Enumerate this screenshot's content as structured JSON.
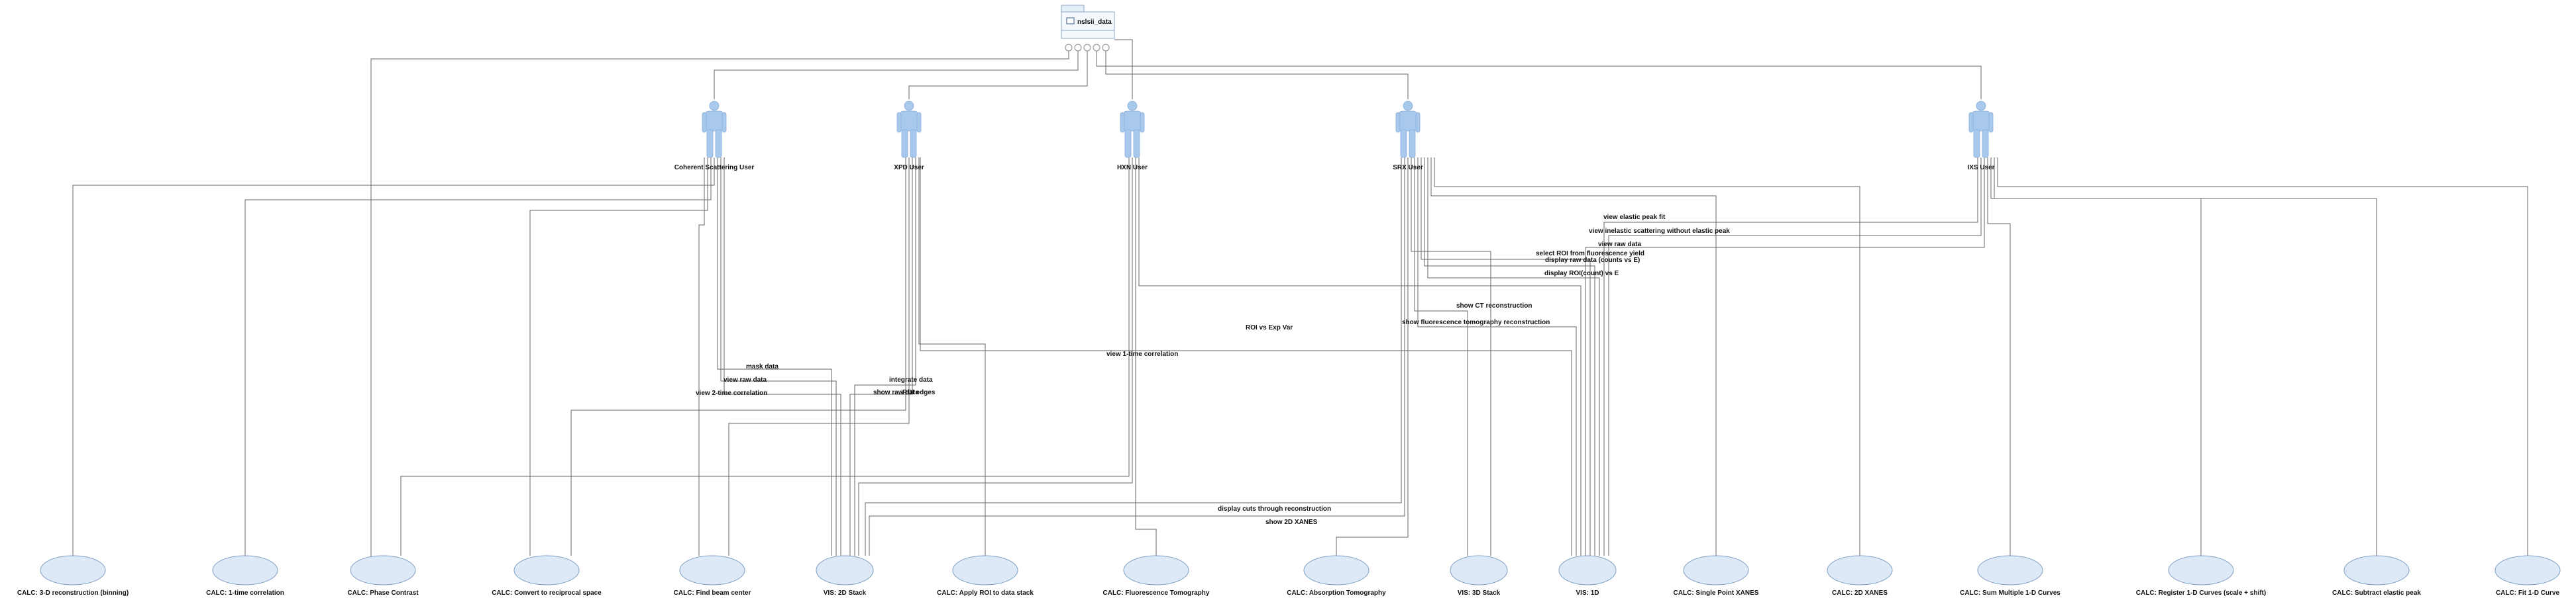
{
  "root": {
    "label": "nslsii_data"
  },
  "actors": [
    {
      "id": "a0",
      "label": "Coherent Scattering User"
    },
    {
      "id": "a1",
      "label": "XPD User"
    },
    {
      "id": "a2",
      "label": "HXN User"
    },
    {
      "id": "a3",
      "label": "SRX User"
    },
    {
      "id": "a4",
      "label": "IXS User"
    }
  ],
  "usecases": [
    {
      "id": "u0",
      "label": "CALC: 3-D reconstruction (binning)"
    },
    {
      "id": "u1",
      "label": "CALC: 1-time correlation"
    },
    {
      "id": "u2",
      "label": "CALC: Phase Contrast"
    },
    {
      "id": "u3",
      "label": "CALC: Convert to reciprocal space"
    },
    {
      "id": "u4",
      "label": "CALC: Find beam center"
    },
    {
      "id": "u5",
      "label": "VIS: 2D Stack"
    },
    {
      "id": "u6",
      "label": "CALC: Apply ROI to data stack"
    },
    {
      "id": "u7",
      "label": "CALC: Fluorescence Tomography"
    },
    {
      "id": "u8",
      "label": "CALC: Absorption Tomography"
    },
    {
      "id": "u9",
      "label": "VIS: 3D Stack"
    },
    {
      "id": "u10",
      "label": "VIS: 1D"
    },
    {
      "id": "u11",
      "label": "CALC: Single Point XANES"
    },
    {
      "id": "u12",
      "label": "CALC: 2D XANES"
    },
    {
      "id": "u13",
      "label": "CALC: Sum Multiple 1-D Curves"
    },
    {
      "id": "u14",
      "label": "CALC: Register 1-D Curves (scale + shift)"
    },
    {
      "id": "u15",
      "label": "CALC: Subtract elastic peak"
    },
    {
      "id": "u16",
      "label": "CALC: Fit 1-D Curve"
    }
  ],
  "edge_labels": [
    "view elastic peak fit",
    "view inelastic scattering without elastic peak",
    "view raw data",
    "select ROI from fluorescence yield",
    "display raw data (counts vs E)",
    "display ROI(count) vs E",
    "show CT reconstruction",
    "show fluorescence tomography reconstruction",
    "ROI vs Exp Var",
    "view 1-time correlation",
    "mask data",
    "integrate data",
    "view raw data",
    "show raw data",
    "ROI edges",
    "view 2-time correlation",
    "display cuts through reconstruction",
    "show 2D XANES"
  ],
  "colors": {
    "line": "#666666",
    "actor": "#a8c8ec",
    "ellipse_fill": "#dde9f7",
    "ellipse_stroke": "#7f9fc4",
    "text": "#111111"
  },
  "icons": [
    "actor-icon",
    "folder-icon",
    "port-icon"
  ]
}
